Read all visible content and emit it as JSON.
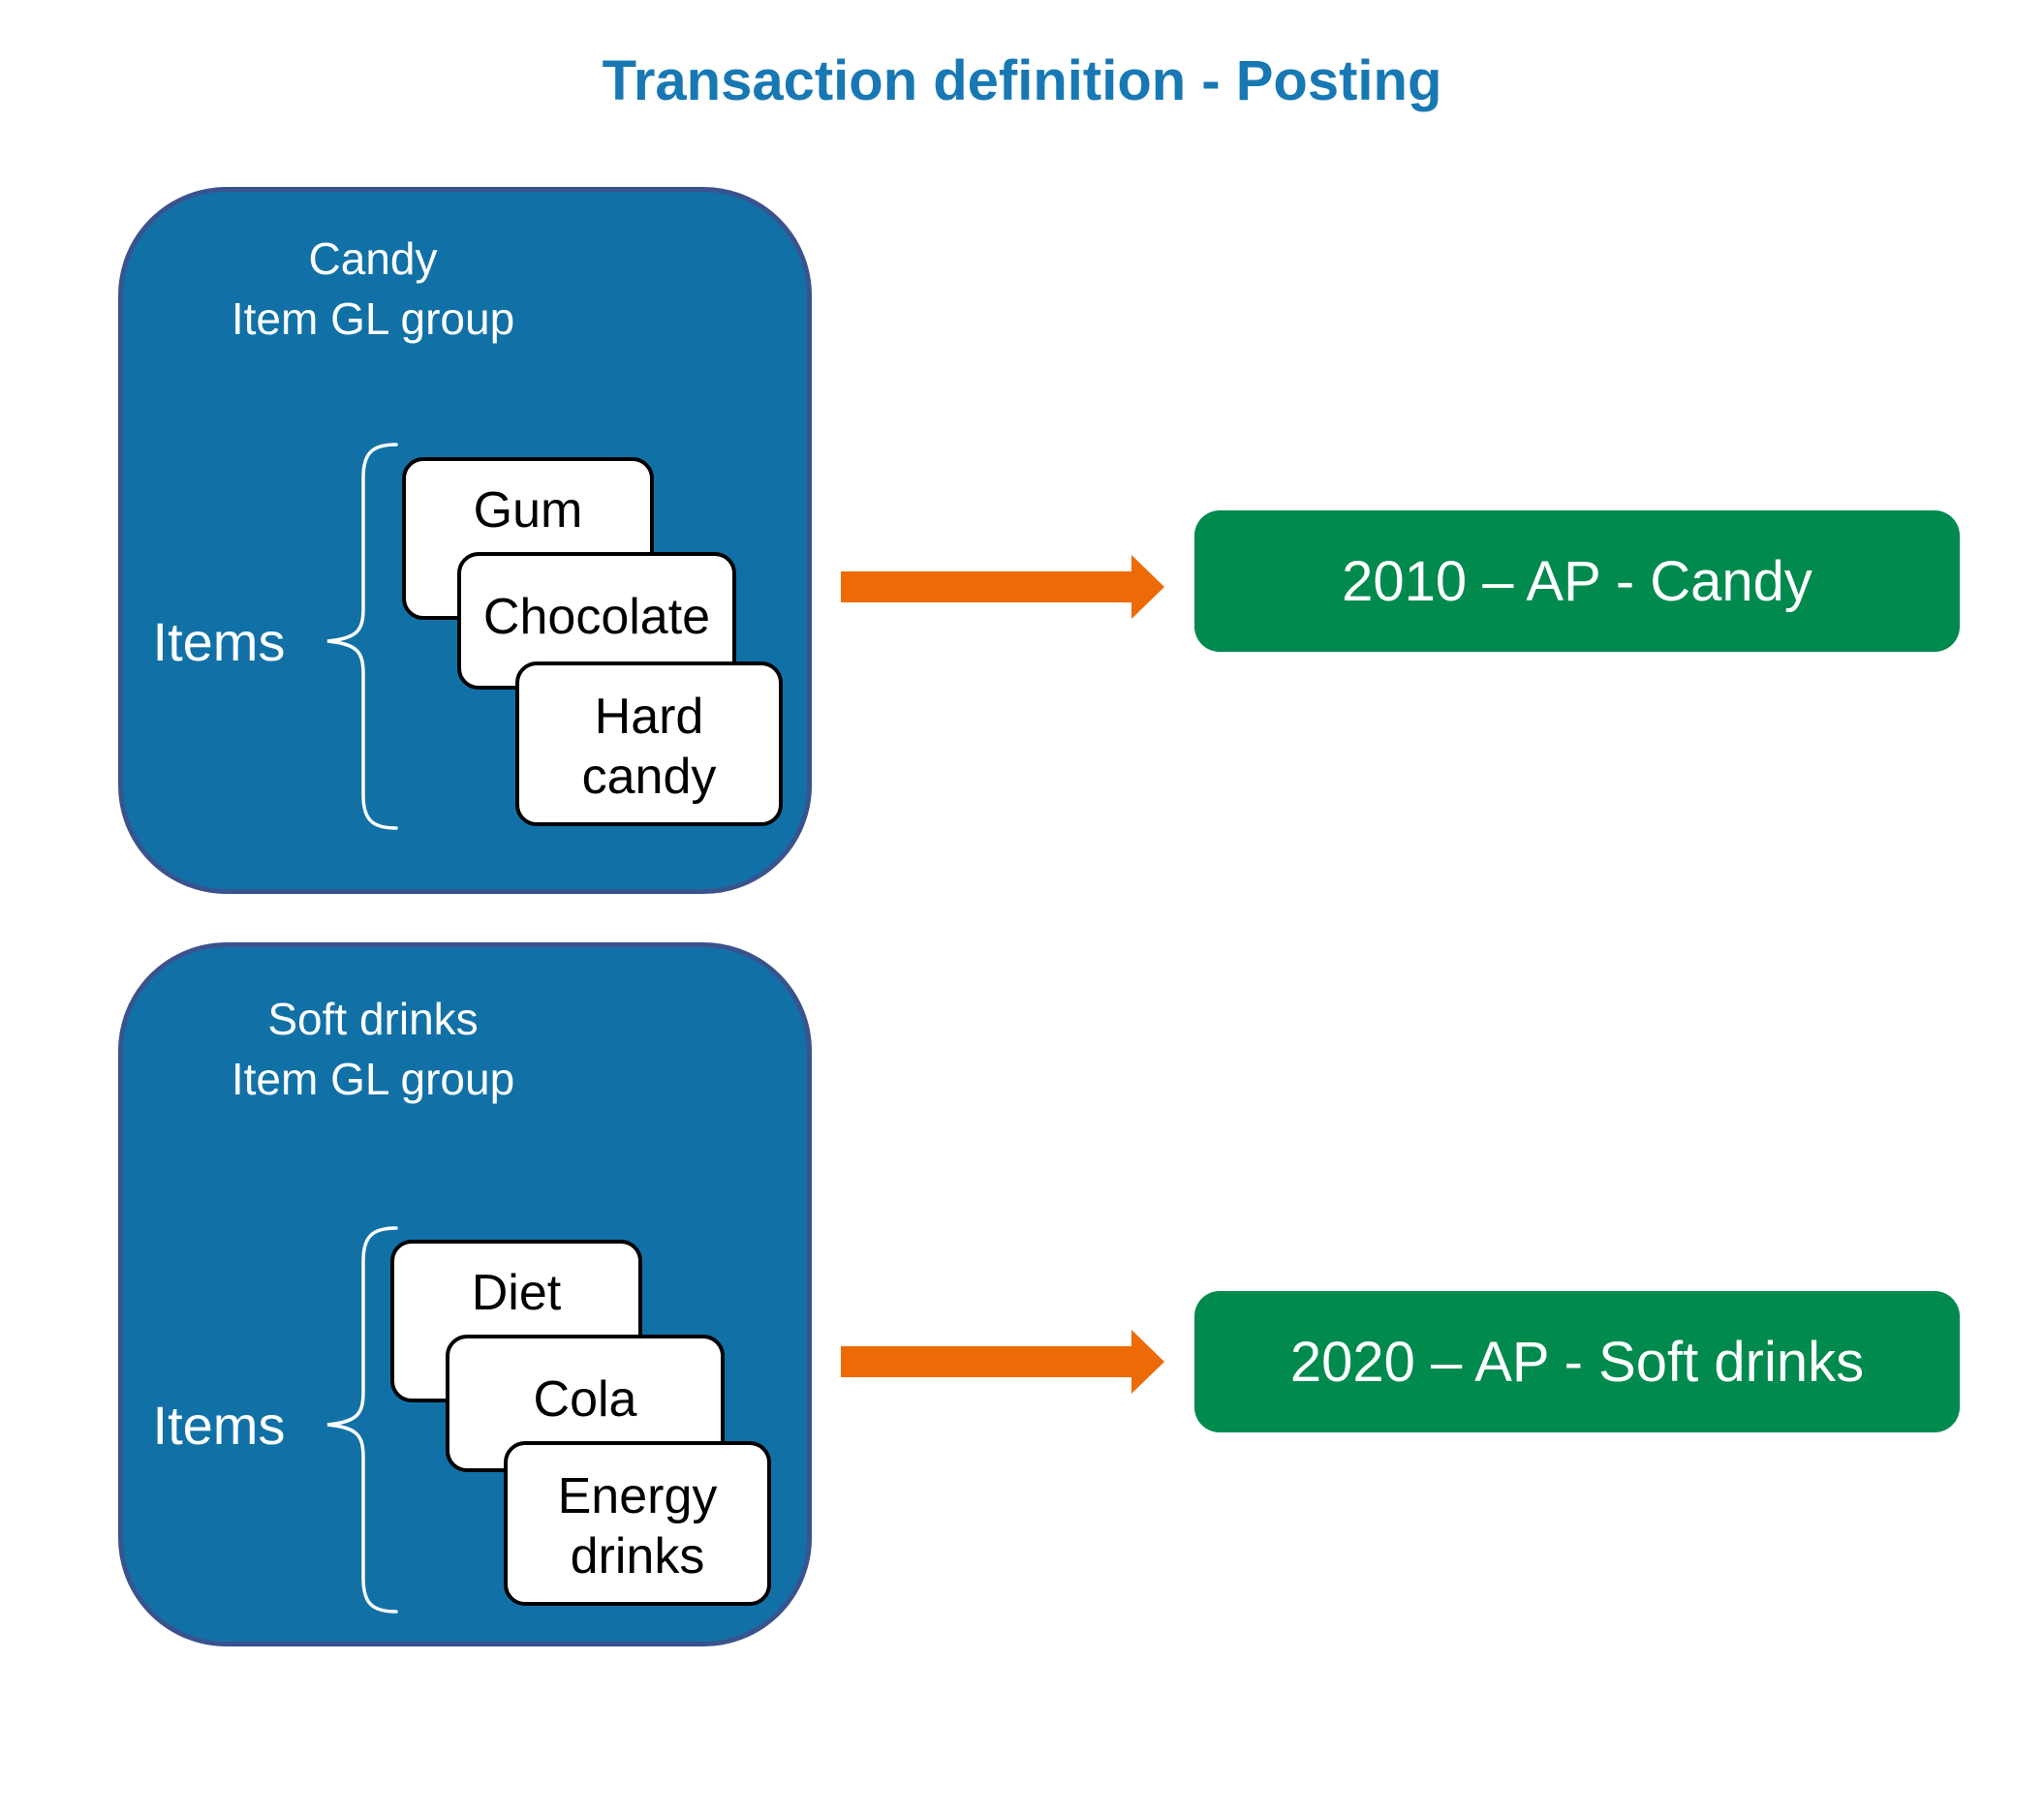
{
  "title": "Transaction definition - Posting",
  "colors": {
    "title_blue": "#1878B4",
    "group_fill_blue": "#1171A6",
    "group_border_navy": "#39538F",
    "card_white": "#ffffff",
    "card_border_black": "#000000",
    "arrow_orange": "#EC6B06",
    "account_green": "#008A4E"
  },
  "groups": [
    {
      "title_line1": "Candy",
      "title_line2": "Item GL group",
      "items_label": "Items",
      "cards": [
        "Gum",
        "Chocolate",
        "Hard candy"
      ],
      "account": "2010 – AP - Candy"
    },
    {
      "title_line1": "Soft drinks",
      "title_line2": "Item GL group",
      "items_label": "Items",
      "cards": [
        "Diet",
        "Cola",
        "Energy drinks"
      ],
      "account": "2020 – AP - Soft drinks"
    }
  ]
}
